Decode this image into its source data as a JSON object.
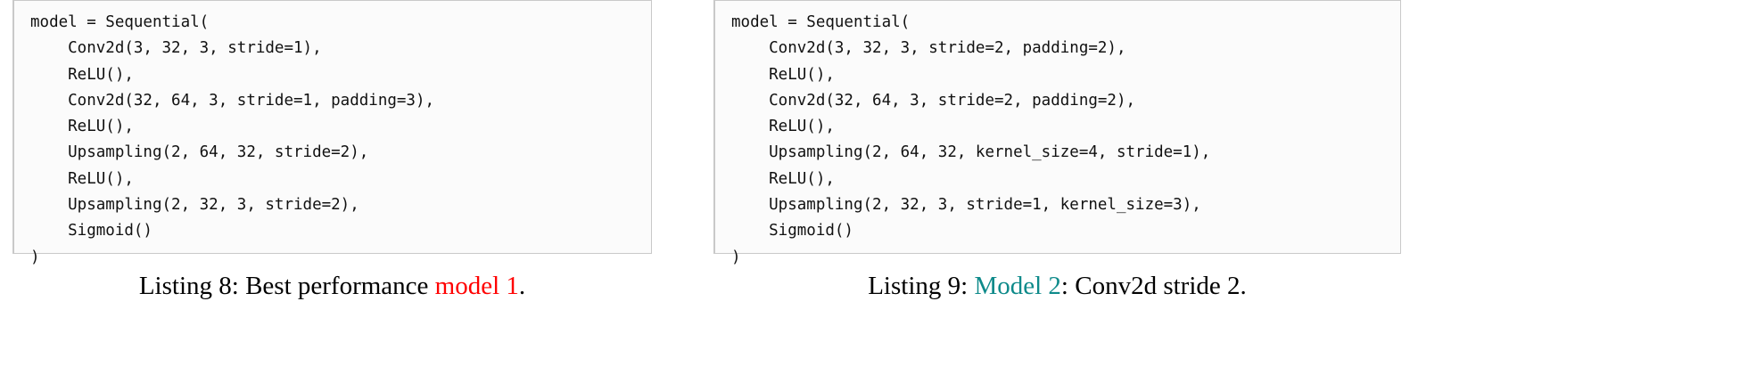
{
  "listings": [
    {
      "id": "listing-8",
      "code": "model = Sequential(\n    Conv2d(3, 32, 3, stride=1),\n    ReLU(),\n    Conv2d(32, 64, 3, stride=1, padding=3),\n    ReLU(),\n    Upsampling(2, 64, 32, stride=2),\n    ReLU(),\n    Upsampling(2, 32, 3, stride=2),\n    Sigmoid()\n)",
      "caption": {
        "prefix": "Listing 8: Best performance ",
        "highlight": "model 1",
        "highlight_color": "#ff0000",
        "suffix": "."
      }
    },
    {
      "id": "listing-9",
      "code": "model = Sequential(\n    Conv2d(3, 32, 3, stride=2, padding=2),\n    ReLU(),\n    Conv2d(32, 64, 3, stride=2, padding=2),\n    ReLU(),\n    Upsampling(2, 64, 32, kernel_size=4, stride=1),\n    ReLU(),\n    Upsampling(2, 32, 3, stride=1, kernel_size=3),\n    Sigmoid()\n)",
      "caption": {
        "prefix": "Listing 9: ",
        "highlight": "Model 2",
        "highlight_color": "#0e8a8a",
        "suffix": ": Conv2d stride 2."
      }
    }
  ],
  "colors": {
    "page_background": "#ffffff",
    "code_background": "#fbfbfb",
    "code_border": "#c9c9c9",
    "code_text": "#111111",
    "caption_text": "#000000"
  }
}
